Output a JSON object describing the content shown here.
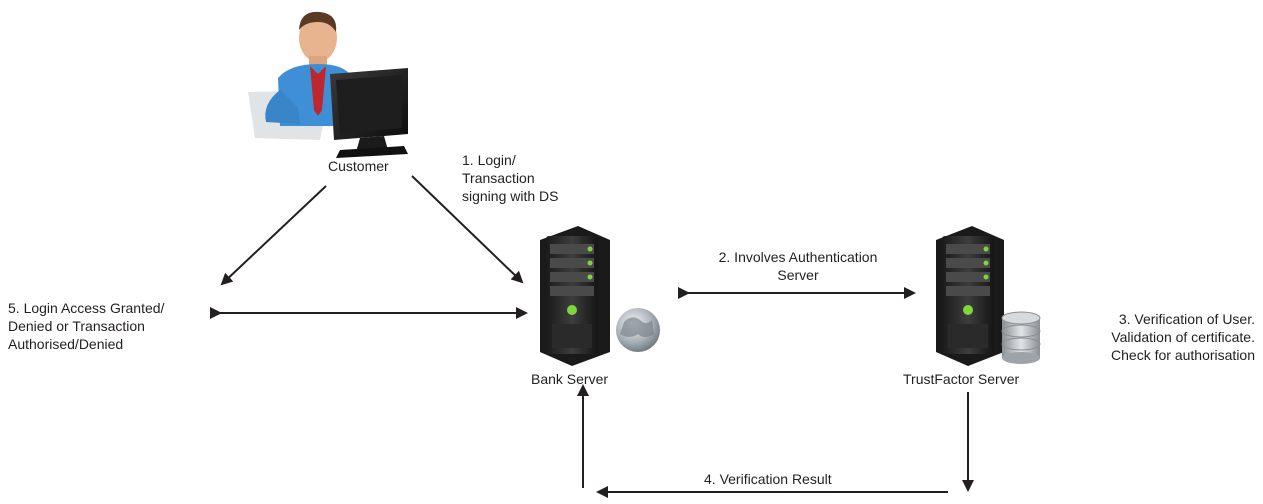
{
  "nodes": {
    "customer": {
      "label": "Customer",
      "icon": "customer-computer-icon"
    },
    "bank_server": {
      "label": "Bank Server",
      "icon": "server-globe-icon"
    },
    "trustfactor_server": {
      "label": "TrustFactor Server",
      "icon": "server-database-icon"
    }
  },
  "steps": {
    "step1": [
      "1. Login/",
      "Transaction",
      "signing with DS"
    ],
    "step2": [
      "2. Involves Authentication",
      "Server"
    ],
    "step3": [
      "3. Verification of User.",
      "Validation of certificate.",
      "Check for authorisation"
    ],
    "step4": [
      "4. Verification Result"
    ],
    "step5": [
      "5. Login Access Granted/",
      "Denied or Transaction",
      "Authorised/Denied"
    ]
  },
  "colors": {
    "arrow": "#231f20",
    "text": "#231f20",
    "shirt": "#3f8fd6",
    "tie": "#c0262d",
    "server_body": "#2b2b2b",
    "server_led": "#7fd63a",
    "globe": "#9aa3ab",
    "database": "#b4b8bc"
  }
}
